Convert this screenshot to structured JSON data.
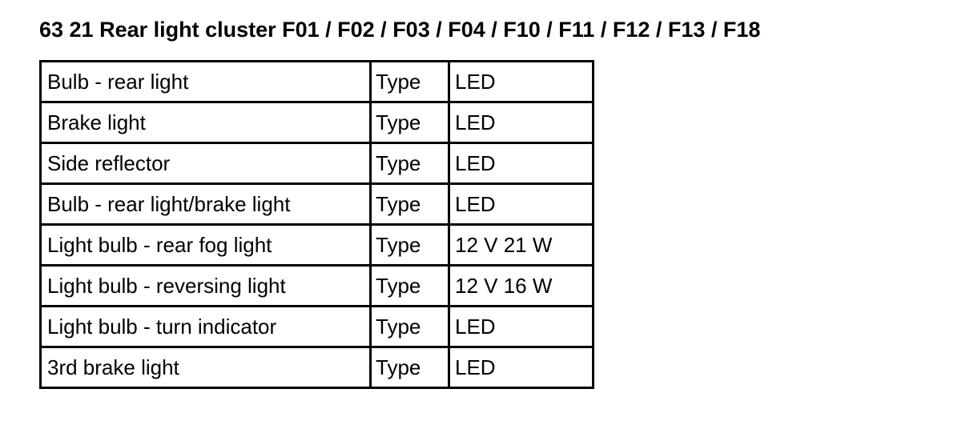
{
  "document": {
    "title": "63 21 Rear light cluster F01 / F02 / F03 / F04 / F10 / F11 / F12 / F13 / F18"
  },
  "table": {
    "rows": [
      {
        "component": "Bulb - rear light",
        "label": "Type",
        "value": "LED"
      },
      {
        "component": "Brake light",
        "label": "Type",
        "value": "LED"
      },
      {
        "component": "Side reflector",
        "label": "Type",
        "value": "LED"
      },
      {
        "component": "Bulb - rear light/brake light",
        "label": "Type",
        "value": "LED"
      },
      {
        "component": "Light bulb - rear fog light",
        "label": "Type",
        "value": "12 V 21 W"
      },
      {
        "component": "Light bulb - reversing light",
        "label": "Type",
        "value": "12 V 16 W"
      },
      {
        "component": "Light bulb - turn indicator",
        "label": "Type",
        "value": "LED"
      },
      {
        "component": "3rd brake light",
        "label": "Type",
        "value": "LED"
      }
    ]
  },
  "colors": {
    "text": "#000000",
    "background": "#ffffff",
    "border": "#000000"
  }
}
